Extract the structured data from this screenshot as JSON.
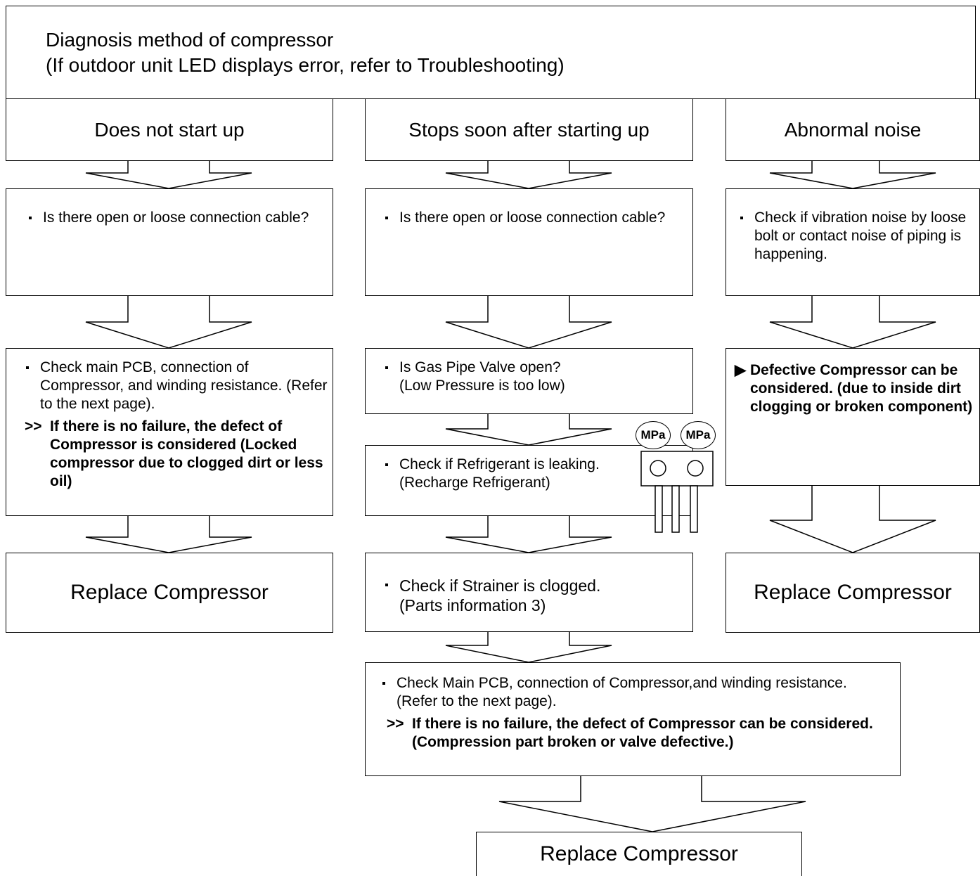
{
  "title": {
    "line1": "Diagnosis method of compressor",
    "line2": "(If outdoor unit LED displays error, refer to Troubleshooting)"
  },
  "columns": {
    "left": {
      "header": "Does not start up",
      "step1": "Is there open or loose connection cable?",
      "step2": "Check main PCB, connection of Compressor, and winding resistance. (Refer to the next page).",
      "step2_note_marker": ">>",
      "step2_note": "If there is no failure, the defect of Compressor is considered (Locked compressor due to clogged dirt or less oil)",
      "result": "Replace Compressor"
    },
    "middle": {
      "header": "Stops soon after starting up",
      "step1": "Is there open or loose connection cable?",
      "step2_line1": "Is Gas Pipe Valve open?",
      "step2_line2": "(Low Pressure is too low)",
      "step3_line1": "Check if Refrigerant is leaking.",
      "step3_line2": "(Recharge Refrigerant)",
      "step4_line1": "Check if Strainer is clogged.",
      "step4_line2": "(Parts information 3)",
      "step5": "Check Main PCB, connection of Compressor,and winding resistance. (Refer to the next page).",
      "step5_note_marker": ">>",
      "step5_note": "If there is no failure, the defect of Compressor can be considered. (Compression part broken or valve defective.)",
      "result": "Replace Compressor"
    },
    "right": {
      "header": "Abnormal noise",
      "step1": "Check if vibration noise by loose bolt or contact noise of piping is happening.",
      "step2_marker": "▶",
      "step2": "Defective Compressor can be considered. (due to inside dirt clogging or broken component)",
      "result": "Replace Compressor"
    }
  },
  "gauge": {
    "left_label": "MPa",
    "right_label": "MPa"
  },
  "colors": {
    "line": "#000000",
    "background": "#ffffff"
  }
}
